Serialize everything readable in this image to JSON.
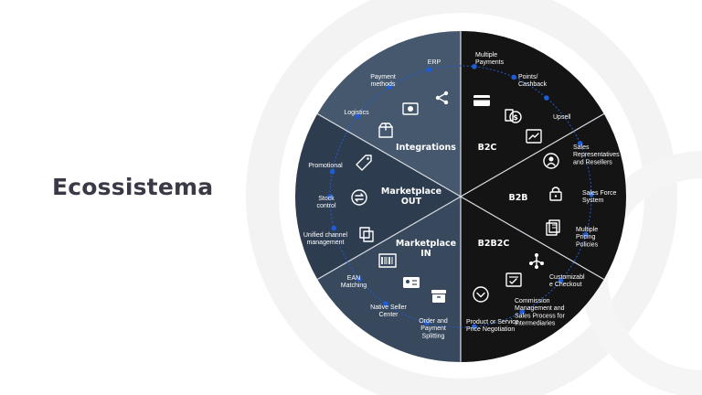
{
  "title": "Ecossistema",
  "colors": {
    "page_bg": "#ffffff",
    "left_dark": "#2e3c4f",
    "left_mid": "#38485d",
    "left_light": "#46586e",
    "right": "#141414",
    "accent": "#1e5cd8",
    "divider": "#d9dde3",
    "decor": "#f4f4f4"
  },
  "sections": [
    {
      "id": "integrations",
      "lines": [
        "Integrations"
      ]
    },
    {
      "id": "marketplace-out",
      "lines": [
        "Marketplace",
        "OUT"
      ]
    },
    {
      "id": "marketplace-in",
      "lines": [
        "Marketplace",
        "IN"
      ]
    },
    {
      "id": "b2c",
      "lines": [
        "B2C"
      ]
    },
    {
      "id": "b2b",
      "lines": [
        "B2B"
      ]
    },
    {
      "id": "b2b2c",
      "lines": [
        "B2B2C"
      ]
    }
  ],
  "features": [
    {
      "name": "erp",
      "lines": [
        "ERP"
      ],
      "icon": "share-icon"
    },
    {
      "name": "payment-methods",
      "lines": [
        "Payment",
        "methods"
      ],
      "icon": "cash-icon"
    },
    {
      "name": "logistics",
      "lines": [
        "Logistics"
      ],
      "icon": "box-icon"
    },
    {
      "name": "promotional",
      "lines": [
        "Promotional"
      ],
      "icon": "tag-icon"
    },
    {
      "name": "stock-control",
      "lines": [
        "Stock",
        "control"
      ],
      "icon": "sync-icon"
    },
    {
      "name": "unified-channel-management",
      "lines": [
        "Unified channel",
        "management"
      ],
      "icon": "copy-icon"
    },
    {
      "name": "ean-matching",
      "lines": [
        "EAN",
        "Matching"
      ],
      "icon": "barcode-icon"
    },
    {
      "name": "native-seller-center",
      "lines": [
        "Native Seller",
        "Center"
      ],
      "icon": "id-card-icon"
    },
    {
      "name": "order-and-payment-splitting",
      "lines": [
        "Order and",
        "Payment",
        "Splitting"
      ],
      "icon": "archive-icon"
    },
    {
      "name": "multiple-payments",
      "lines": [
        "Multiple",
        "Payments"
      ],
      "icon": "credit-card-icon"
    },
    {
      "name": "points-cashback",
      "lines": [
        "Points/",
        "Cashback"
      ],
      "icon": "coins-icon"
    },
    {
      "name": "upsell",
      "lines": [
        "Upsell"
      ],
      "icon": "trend-up-icon"
    },
    {
      "name": "sales-representatives-and-resellers",
      "lines": [
        "Sales",
        "Representatives",
        "and Resellers"
      ],
      "icon": "user-icon"
    },
    {
      "name": "sales-force-system",
      "lines": [
        "Sales Force",
        "System"
      ],
      "icon": "lock-icon"
    },
    {
      "name": "multiple-pricing-policies",
      "lines": [
        "Multiple",
        "Pricing",
        "Policies"
      ],
      "icon": "documents-icon"
    },
    {
      "name": "customizable-checkout",
      "lines": [
        "Customizabl",
        "e Checkout"
      ],
      "icon": "network-icon"
    },
    {
      "name": "commission-management",
      "lines": [
        "Commission",
        "Management and",
        "Sales Process for",
        "Intermediaries"
      ],
      "icon": "calculator-icon"
    },
    {
      "name": "product-or-service-price-negotiation",
      "lines": [
        "Product or Service",
        "Price Negotiation"
      ],
      "icon": "chevron-down-icon"
    }
  ]
}
